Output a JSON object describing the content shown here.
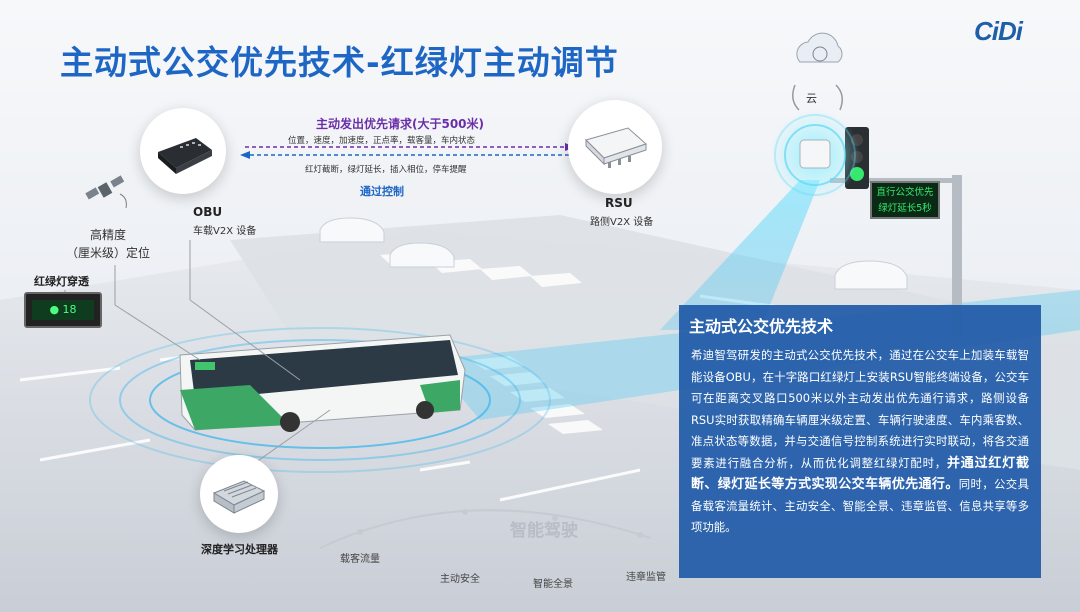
{
  "title": "主动式公交优先技术-红绿灯主动调节",
  "logo": "CiDi",
  "obu": {
    "name": "OBU",
    "desc": "车载V2X 设备"
  },
  "rsu": {
    "name": "RSU",
    "desc": "路侧V2X 设备"
  },
  "cloud_label": "云",
  "request_label": "主动发出优先请求(大于500米)",
  "request_items": "位置，速度，加速度，正点率，载客量，车内状态",
  "control_items": "红灯截断，绿灯延长，插入相位，停车提醒",
  "control_label": "通过控制",
  "positioning": {
    "line1": "高精度",
    "line2": "（厘米级）定位"
  },
  "light_penetration": {
    "label": "红绿灯穿透",
    "value": "18",
    "indicator": "●"
  },
  "sign_text": {
    "line1": "直行公交优先",
    "line2": "绿灯延长5秒"
  },
  "processor_label": "深度学习处理器",
  "smart_driving": "智能驾驶",
  "features": [
    "载客流量",
    "主动安全",
    "智能全景",
    "违章监管"
  ],
  "panel": {
    "title": "主动式公交优先技术",
    "text_normal_1": "希迪智驾研发的主动式公交优先技术，通过在公交车上加装车载智能设备OBU，在十字路口红绿灯上安装RSU智能终端设备，公交车可在距离交叉路口500米以外主动发出优先通行请求，路侧设备RSU实时获取精确车辆厘米级定置、车辆行驶速度、车内乘客数、准点状态等数据，并与交通信号控制系统进行实时联动，将各交通要素进行融合分析，从而优化调整红绿灯配时，",
    "text_bold": "并通过红灯截断、绿灯延长等方式实现公交车辆优先通行。",
    "text_normal_2": "同时，公交具备载客流量统计、主动安全、智能全景、违章监管、信息共享等多项功能。"
  },
  "colors": {
    "title": "#1e66c4",
    "panel_bg": "#245eaa",
    "request_arrow": "#6a2fa8",
    "control_arrow": "#1e66c4",
    "signal_green": "#36e86b"
  }
}
